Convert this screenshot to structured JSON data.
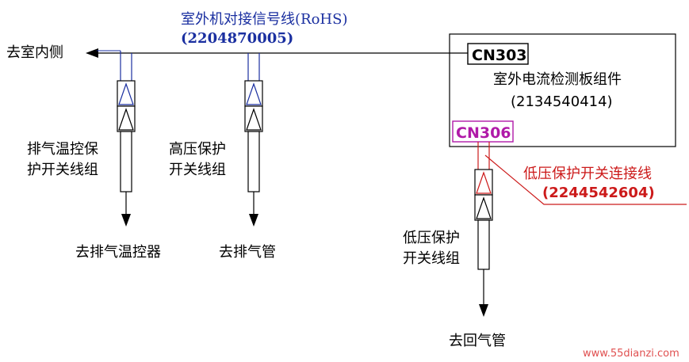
{
  "colors": {
    "line": "#000000",
    "signal_line": "#1a2fa0",
    "low_pressure_line": "#cc1a1a",
    "cn306_border": "#b01aa8",
    "watermark": "#e05050"
  },
  "signal_cable": {
    "title": "室外机对接信号线(RoHS)",
    "part_no": "(2204870005)"
  },
  "to_indoor": "去室内侧",
  "board": {
    "connector_main": "CN303",
    "title": "室外电流检测板组件",
    "part_no": "(2134540414)",
    "connector_low": "CN306"
  },
  "low_pressure_cable": {
    "title": "低压保护开关连接线",
    "part_no": "(2244542604)"
  },
  "harnesses": {
    "exhaust_temp": {
      "line1": "排气温控保",
      "line2": "护开关线组",
      "destination": "去排气温控器"
    },
    "high_pressure": {
      "line1": "高压保护",
      "line2": "开关线组",
      "destination": "去排气管"
    },
    "low_pressure": {
      "line1": "低压保护",
      "line2": "开关线组",
      "destination": "去回气管"
    }
  },
  "icons": {
    "connector": "connector-triangle-icon",
    "arrow": "arrow-head-icon"
  },
  "watermark": "www.55dianzi.com"
}
